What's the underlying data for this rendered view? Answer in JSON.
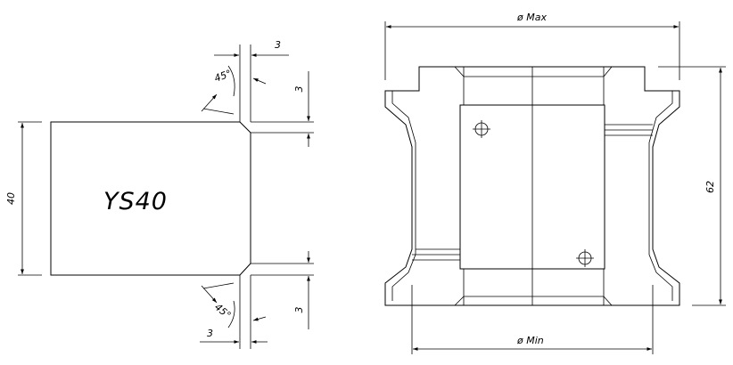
{
  "part_label": "YS40",
  "left_view": {
    "height_dim": "40",
    "top_chamfer": {
      "angle": "45°",
      "width": "3",
      "depth": "3"
    },
    "bottom_chamfer": {
      "angle": "45°",
      "width": "3",
      "depth": "3"
    }
  },
  "right_view": {
    "diameter_max": "ø  Max",
    "diameter_min": "ø  Min",
    "height_dim": "62"
  }
}
